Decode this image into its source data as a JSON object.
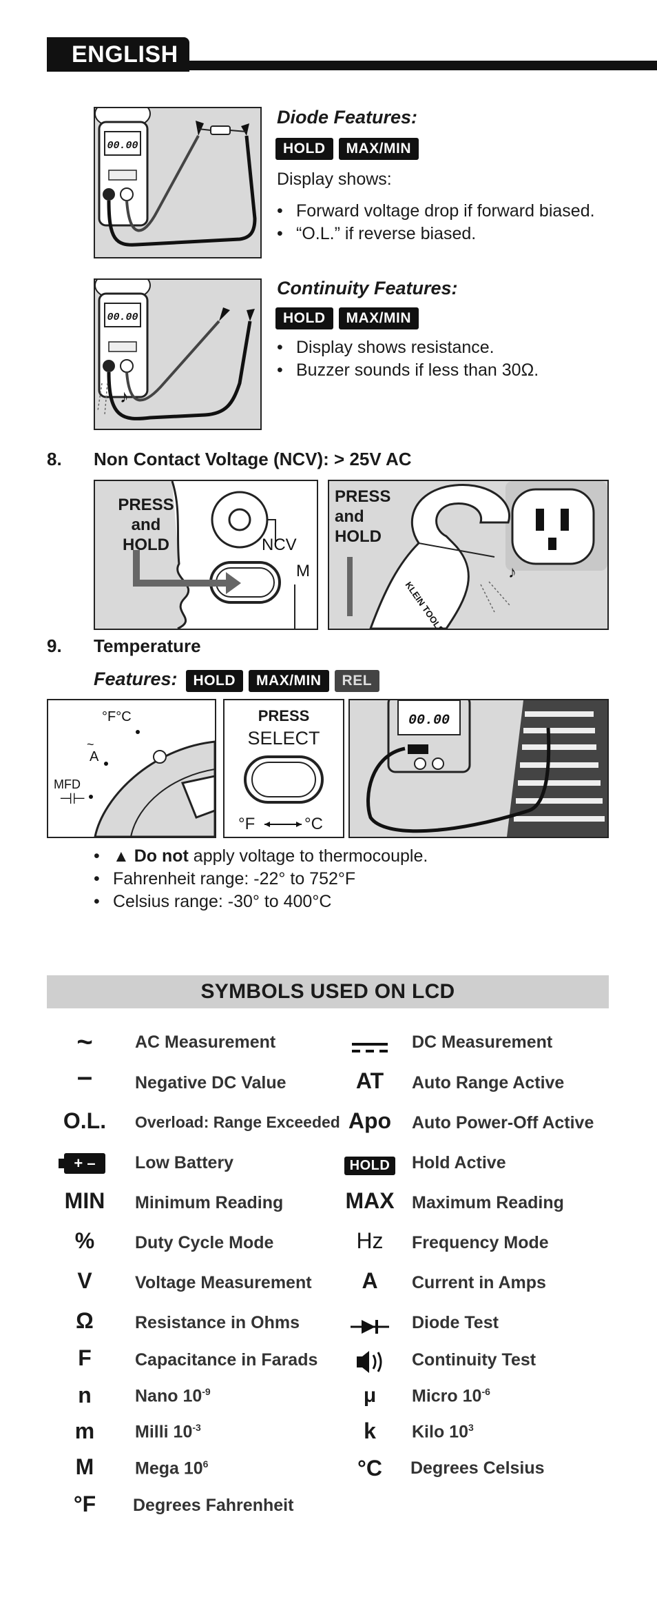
{
  "header": {
    "language": "ENGLISH"
  },
  "diode": {
    "title": "Diode Features:",
    "badges": [
      "HOLD",
      "MAX/MIN"
    ],
    "display_shows": "Display shows:",
    "bullets": [
      "Forward voltage drop if forward biased.",
      "“O.L.” if reverse biased."
    ],
    "lcd_reading": "00.00"
  },
  "continuity": {
    "title": "Continuity Features:",
    "badges": [
      "HOLD",
      "MAX/MIN"
    ],
    "bullets": [
      "Display shows resistance.",
      "Buzzer sounds if less than 30Ω."
    ],
    "lcd_reading": "00.00"
  },
  "ncv": {
    "number": "8.",
    "title": "Non Contact Voltage (NCV): > 25V AC",
    "left_label": [
      "PRESS",
      "and",
      "HOLD"
    ],
    "button_label": "NCV",
    "edge_label": "M",
    "right_label": [
      "PRESS",
      "and",
      "HOLD"
    ],
    "brand_text": "KLEIN TOOLS"
  },
  "temperature": {
    "number": "9.",
    "title": "Temperature",
    "features_label": "Features:",
    "badges": [
      "HOLD",
      "MAX/MIN",
      "REL"
    ],
    "dial_labels": {
      "fc": "°F°C",
      "amps": "A",
      "mfd": "MFD"
    },
    "press_label": "PRESS",
    "select_label": "SELECT",
    "unit_left": "°F",
    "unit_right": "°C",
    "lcd_reading": "00.00",
    "bullets": {
      "warning_bold": "Do not",
      "warning_rest": " apply voltage to thermocouple.",
      "fahrenheit": "Fahrenheit range: -22° to 752°F",
      "celsius": "Celsius range: -30° to 400°C"
    }
  },
  "symbols": {
    "heading": "SYMBOLS USED ON LCD",
    "left": [
      {
        "symbol": "~",
        "desc": "AC Measurement"
      },
      {
        "symbol": "–",
        "desc": "Negative DC Value"
      },
      {
        "symbol": "O.L.",
        "desc": "Overload: Range Exceeded"
      },
      {
        "symbol": "+ –",
        "desc": "Low Battery"
      },
      {
        "symbol": "MIN",
        "desc": "Minimum Reading"
      },
      {
        "symbol": "%",
        "desc": "Duty Cycle Mode"
      },
      {
        "symbol": "V",
        "desc": "Voltage Measurement"
      },
      {
        "symbol": "Ω",
        "desc": "Resistance in Ohms"
      },
      {
        "symbol": "F",
        "desc": "Capacitance in Farads"
      },
      {
        "symbol": "n",
        "desc": "Nano 10",
        "exp": "-9"
      },
      {
        "symbol": "m",
        "desc": "Milli 10",
        "exp": "-3"
      },
      {
        "symbol": "M",
        "desc": "Mega 10",
        "exp": "6"
      },
      {
        "symbol": "°F",
        "desc": "Degrees Fahrenheit"
      }
    ],
    "right": [
      {
        "symbol": "",
        "desc": "DC Measurement"
      },
      {
        "symbol": "AT",
        "desc": "Auto Range Active"
      },
      {
        "symbol": "Apo",
        "desc": "Auto Power-Off Active"
      },
      {
        "symbol": "HOLD",
        "desc": "Hold Active"
      },
      {
        "symbol": "MAX",
        "desc": "Maximum Reading"
      },
      {
        "symbol": "Hz",
        "desc": "Frequency Mode"
      },
      {
        "symbol": "A",
        "desc": "Current in Amps"
      },
      {
        "symbol": "",
        "desc": "Diode Test"
      },
      {
        "symbol": "",
        "desc": "Continuity Test"
      },
      {
        "symbol": "μ",
        "desc": "Micro 10",
        "exp": "-6"
      },
      {
        "symbol": "k",
        "desc": "Kilo 10",
        "exp": "3"
      },
      {
        "symbol": "°C",
        "desc": "Degrees Celsius"
      }
    ]
  },
  "colors": {
    "ink": "#111111",
    "panel_gray": "#d7d7d7",
    "bar_gray": "#cfcfcf"
  }
}
